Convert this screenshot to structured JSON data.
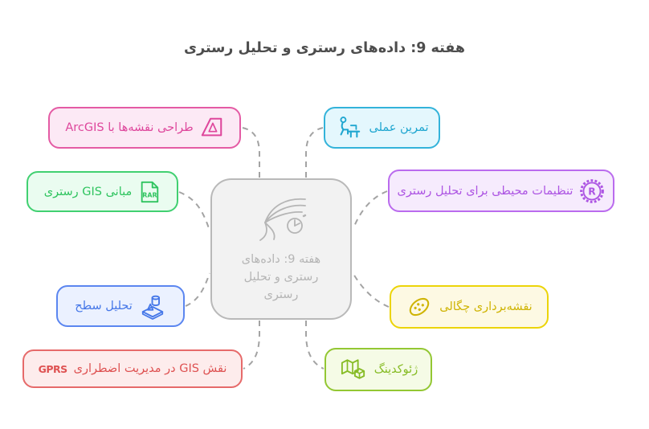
{
  "title": "هفته 9: داده‌های رستری و تحلیل رستری",
  "background": "#ffffff",
  "connector_color": "#a3a3a3",
  "center_node": {
    "lines": [
      "هفته 9: داده‌های",
      "رستری و تحلیل",
      "رستری"
    ],
    "icon": "contour-flow-clock-icon",
    "border": "#b9b9b9",
    "bg": "#f2f2f2",
    "text_color": "#b5b5b5"
  },
  "nodes": [
    {
      "id": "map-design-arcgis",
      "label": "طراحی نقشه‌ها با ArcGIS",
      "icon": "arcgis-logo-icon",
      "border": "#e45ba4",
      "bg": "#fce9f5",
      "text_color": "#de479c"
    },
    {
      "id": "gis-raster-basics",
      "label": "مبانی GIS رستری",
      "icon": "rar-file-icon",
      "icon_text": "RAR",
      "border": "#41d071",
      "bg": "#eafcf0",
      "text_color": "#2fc45f"
    },
    {
      "id": "surface-analysis",
      "label": "تحلیل سطح",
      "icon": "surface-3d-stamp-icon",
      "border": "#5b86f0",
      "bg": "#ebf1ff",
      "text_color": "#4577e8"
    },
    {
      "id": "gis-emergency-management",
      "label": "نقش GIS در مدیریت اضطراری",
      "icon": "gprs-badge-icon",
      "icon_text": "GPRS",
      "border": "#e66a6a",
      "bg": "#fdecec",
      "text_color": "#de5252"
    },
    {
      "id": "practical-exercise",
      "label": "تمرین عملی",
      "icon": "person-desk-icon",
      "border": "#33b3da",
      "bg": "#e4f7fd",
      "text_color": "#1fa6d0"
    },
    {
      "id": "env-settings-raster-analysis",
      "label": "تنظیمات محیطی برای تحلیل رستری",
      "icon": "r-gear-icon",
      "icon_text": "R",
      "border": "#ba6bee",
      "bg": "#f6ebfd",
      "text_color": "#ad55e3"
    },
    {
      "id": "density-mapping",
      "label": "نقشه‌برداری چگالی",
      "icon": "density-ellipse-icon",
      "border": "#ecd408",
      "bg": "#fdf9e3",
      "text_color": "#cfb404"
    },
    {
      "id": "geocoding",
      "label": "ژئوکدینگ",
      "icon": "map-cube-icon",
      "border": "#93c733",
      "bg": "#f5fbe6",
      "text_color": "#87bc26"
    }
  ]
}
